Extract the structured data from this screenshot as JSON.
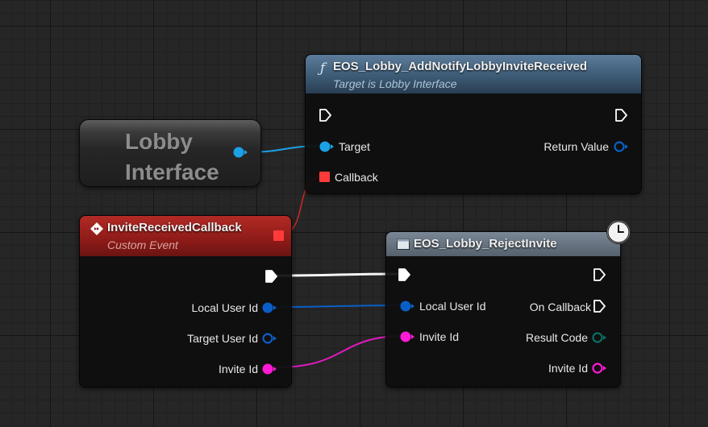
{
  "lobby_interface_node": {
    "title": "Lobby\nInterface"
  },
  "add_notify_node": {
    "title": "EOS_Lobby_AddNotifyLobbyInviteReceived",
    "subtitle": "Target is Lobby Interface",
    "icon": "function-icon",
    "pins": {
      "target": "Target",
      "callback": "Callback",
      "return_value": "Return Value"
    }
  },
  "custom_event_node": {
    "title": "InviteReceivedCallback",
    "subtitle": "Custom Event",
    "icon": "event-diamond-icon",
    "pins": {
      "local_user_id": "Local User Id",
      "target_user_id": "Target User Id",
      "invite_id": "Invite Id"
    }
  },
  "reject_invite_node": {
    "title": "EOS_Lobby_RejectInvite",
    "icon": "async-node-icon",
    "badge": "clock-icon",
    "pins": {
      "local_user_id": "Local User Id",
      "invite_id": "Invite Id",
      "on_callback": "On Callback",
      "result_code": "Result Code",
      "invite_id_out": "Invite Id"
    }
  },
  "colors": {
    "object_pin": "#1aa1e6",
    "struct_pin": "#0a5fc6",
    "delegate_pin": "#ff3a3a",
    "string_pin": "#ff1ad6",
    "enum_pin": "#0a6e63",
    "exec_pin": "#ffffff",
    "function_header": "#3b5872",
    "event_header": "#8d1b18"
  }
}
